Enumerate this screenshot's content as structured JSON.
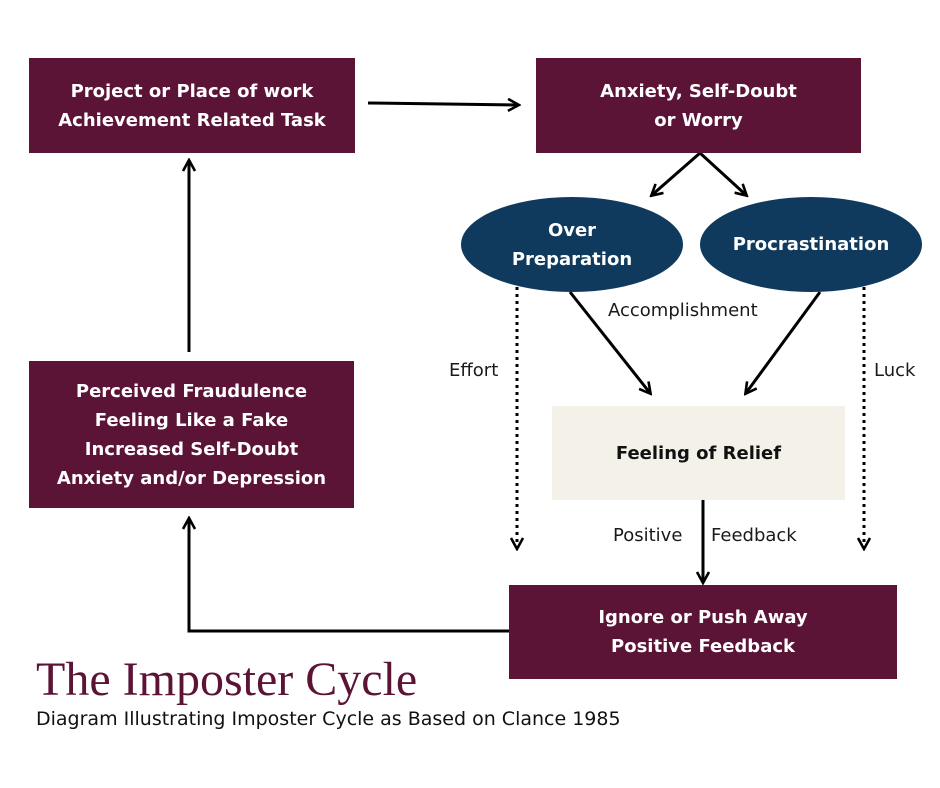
{
  "nodes": {
    "project": [
      "Project or Place of work",
      "Achievement Related Task"
    ],
    "anxiety": [
      "Anxiety, Self-Doubt",
      "or Worry"
    ],
    "over_preparation": [
      "Over",
      "Preparation"
    ],
    "procrastination": [
      "Procrastination"
    ],
    "relief": "Feeling of Relief",
    "ignore": [
      "Ignore or Push Away",
      "Positive Feedback"
    ],
    "fraudulence": [
      "Perceived Fraudulence",
      "Feeling Like a Fake",
      "Increased Self-Doubt",
      "Anxiety and/or Depression"
    ]
  },
  "edge_labels": {
    "accomplishment": "Accomplishment",
    "effort": "Effort",
    "luck": "Luck",
    "positive": "Positive",
    "feedback": "Feedback"
  },
  "title": "The Imposter Cycle",
  "subtitle": "Diagram Illustrating Imposter Cycle as Based on Clance 1985",
  "colors": {
    "box": "#5c1436",
    "oval": "#0f3a5e",
    "relief_bg": "#f4f1e8",
    "title": "#5c1436"
  }
}
